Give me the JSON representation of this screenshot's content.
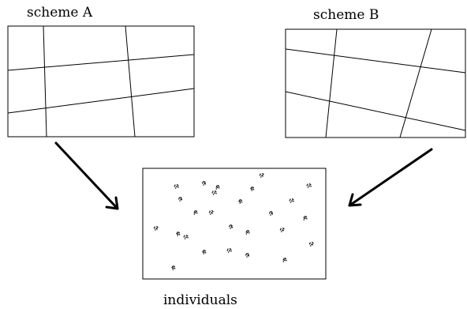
{
  "labels": {
    "scheme_a": "scheme A",
    "scheme_b": "scheme B",
    "individuals": "individuals"
  },
  "colors": {
    "ink": "#000000",
    "background": "#ffffff"
  }
}
